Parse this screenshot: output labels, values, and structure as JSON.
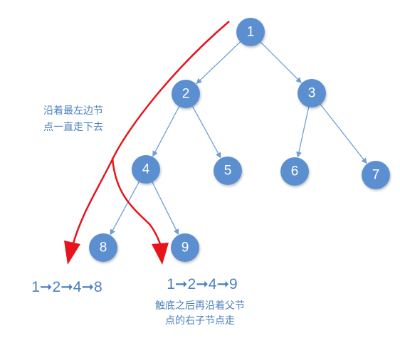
{
  "nodes": [
    {
      "id": "1",
      "label": "1"
    },
    {
      "id": "2",
      "label": "2"
    },
    {
      "id": "3",
      "label": "3"
    },
    {
      "id": "4",
      "label": "4"
    },
    {
      "id": "5",
      "label": "5"
    },
    {
      "id": "6",
      "label": "6"
    },
    {
      "id": "7",
      "label": "7"
    },
    {
      "id": "8",
      "label": "8"
    },
    {
      "id": "9",
      "label": "9"
    }
  ],
  "edges": [
    {
      "from": "1",
      "to": "2"
    },
    {
      "from": "1",
      "to": "3"
    },
    {
      "from": "2",
      "to": "4"
    },
    {
      "from": "2",
      "to": "5"
    },
    {
      "from": "3",
      "to": "6"
    },
    {
      "from": "3",
      "to": "7"
    },
    {
      "from": "4",
      "to": "8"
    },
    {
      "from": "4",
      "to": "9"
    }
  ],
  "annotations": {
    "left_note_line1": "沿着最左边节",
    "left_note_line2": "点一直走下去",
    "bottom_note_line1": "触底之后再沿着父节",
    "bottom_note_line2": "点的右子节点走"
  },
  "paths": {
    "left_path": "1➞2➞4➞8",
    "right_path": "1➞2➞4➞9"
  },
  "colors": {
    "node_fill": "#5b8fd0",
    "edge": "#6f9fd6",
    "arrow": "#e8141c",
    "text_blue": "#4a7fbf"
  }
}
